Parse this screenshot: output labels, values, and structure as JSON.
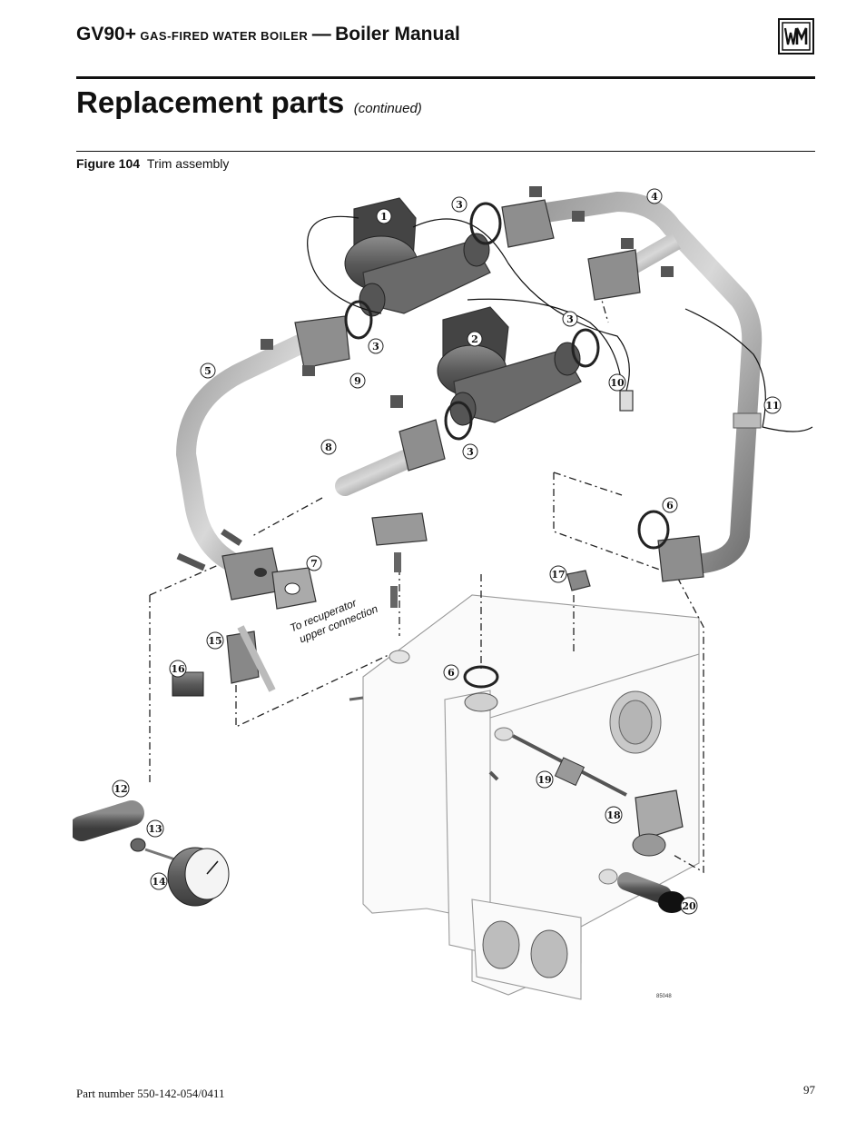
{
  "header": {
    "model": "GV90+",
    "product": "Gas-fired water boiler",
    "separator": "—",
    "manual": "Boiler Manual"
  },
  "logo_text": "WM",
  "page": {
    "title": "Replacement parts",
    "continued": "(continued)"
  },
  "figure": {
    "number": "Figure 104",
    "caption": "Trim assembly",
    "annotation_line1": "To recuperator",
    "annotation_line2": "upper connection",
    "drawing_code": "85048",
    "callouts": [
      "1",
      "2",
      "3",
      "3",
      "3",
      "3",
      "4",
      "5",
      "6",
      "6",
      "7",
      "8",
      "9",
      "10",
      "11",
      "12",
      "13",
      "14",
      "15",
      "16",
      "17",
      "18",
      "19",
      "20"
    ]
  },
  "footer": {
    "part_number": "Part number 550-142-054/0411",
    "page_number": "97"
  }
}
